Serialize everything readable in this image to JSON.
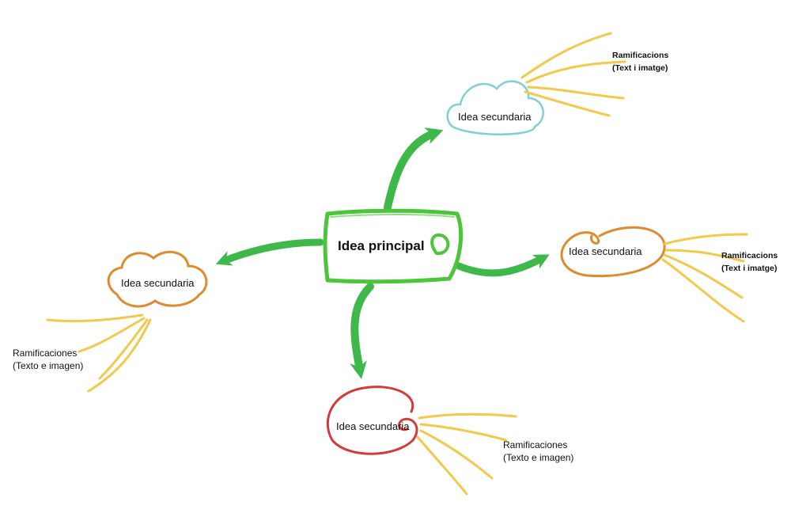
{
  "main_idea": {
    "label": "Idea principal",
    "color": "#4cc53a"
  },
  "colors": {
    "arrow": "#3fb84a",
    "rays": "#f2c94c"
  },
  "secondary": [
    {
      "id": "top-right",
      "label": "Idea secundaria",
      "shape": "cloud",
      "color": "#7fcfd8",
      "branch_lines": [
        "Ramificacions",
        "(Text i imatge)"
      ]
    },
    {
      "id": "right",
      "label": "Idea secundaria",
      "shape": "swirl-oval",
      "color": "#e08a2e",
      "branch_lines": [
        "Ramificacions",
        "(Text i imatge)"
      ]
    },
    {
      "id": "bottom",
      "label": "Idea secundaria",
      "shape": "swirl-oval",
      "color": "#d43a3a",
      "branch_lines": [
        "Ramificaciones",
        "(Texto e imagen)"
      ]
    },
    {
      "id": "left",
      "label": "Idea secundaria",
      "shape": "cloud",
      "color": "#e08a2e",
      "branch_lines": [
        "Ramificaciones",
        "(Texto e imagen)"
      ]
    }
  ]
}
